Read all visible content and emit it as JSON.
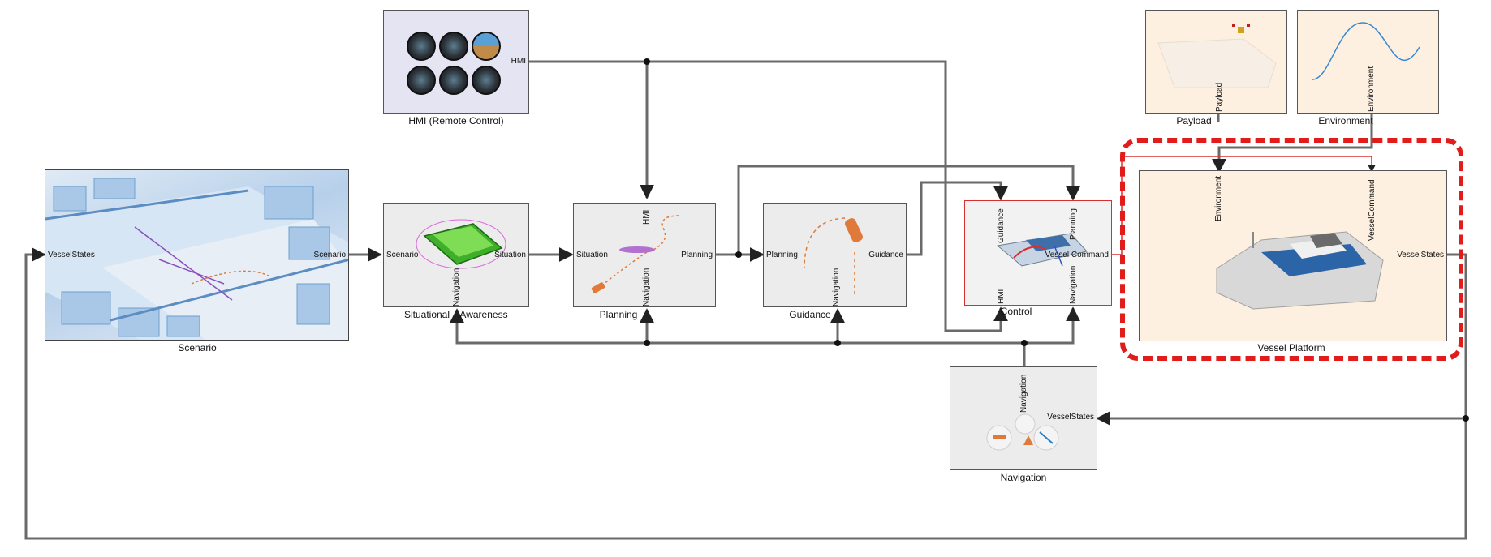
{
  "blocks": {
    "scenario": {
      "title": "Scenario",
      "ports": {
        "in": "VesselStates",
        "out": "Scenario"
      }
    },
    "hmi": {
      "title": "HMI (Remote Control)",
      "ports": {
        "out": "HMI"
      }
    },
    "situational_awareness": {
      "title_left": "Situational",
      "title_right": "Awareness",
      "ports": {
        "in": "Scenario",
        "out": "Situation",
        "bottom": "Navigation"
      }
    },
    "planning": {
      "title": "Planning",
      "ports": {
        "in": "Situation",
        "top": "HMI",
        "out": "Planning",
        "bottom": "Navigation"
      }
    },
    "guidance": {
      "title": "Guidance",
      "ports": {
        "in": "Planning",
        "out": "Guidance",
        "bottom": "Navigation"
      }
    },
    "control": {
      "title": "Control",
      "ports": {
        "guidance": "Guidance",
        "planning": "Planning",
        "out": "Vessel Command",
        "hmi": "HMI",
        "navigation": "Navigation"
      }
    },
    "payload": {
      "title": "Payload",
      "ports": {
        "out": "Payload"
      }
    },
    "environment": {
      "title": "Environment",
      "ports": {
        "out": "Environment"
      }
    },
    "vessel_platform": {
      "title": "Vessel Platform",
      "ports": {
        "environment": "Environment",
        "command": "VesselCommand",
        "out": "VesselStates"
      }
    },
    "navigation": {
      "title": "Navigation",
      "ports": {
        "top": "Navigation",
        "in": "VesselStates"
      }
    }
  },
  "colors": {
    "highlight": "#e21b1b",
    "control_accent": "#d83030",
    "block_fill": "#ececec",
    "peach_fill": "#fdf0e0",
    "hmi_fill": "#e4e4f2",
    "wire": "#777777"
  }
}
